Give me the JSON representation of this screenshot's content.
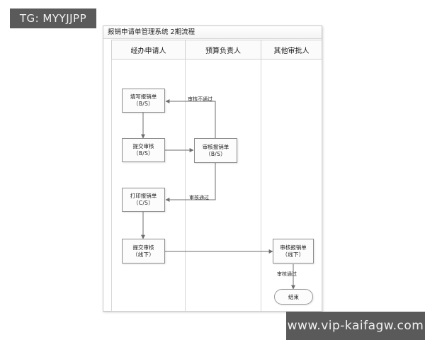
{
  "watermarks": {
    "top_left": "TG: MYYJJPP",
    "bottom_right": "www.vip-kaifagw.com"
  },
  "panel": {
    "title": "报销申请单管理系统  2期流程"
  },
  "lanes": [
    {
      "id": "applicant",
      "label": "经办申请人"
    },
    {
      "id": "budget-owner",
      "label": "预算负责人"
    },
    {
      "id": "other-approver",
      "label": "其他审批人"
    }
  ],
  "nodes": [
    {
      "id": "fill-form",
      "lane": "applicant",
      "shape": "process",
      "line1": "填写报销单",
      "line2": "（B/S）"
    },
    {
      "id": "submit-review-bs",
      "lane": "applicant",
      "shape": "process",
      "line1": "提交审核",
      "line2": "（B/S）"
    },
    {
      "id": "print-form",
      "lane": "applicant",
      "shape": "process",
      "line1": "打印报销单",
      "line2": "（C/S）"
    },
    {
      "id": "submit-review-off",
      "lane": "applicant",
      "shape": "process",
      "line1": "提交审核",
      "line2": "（线下）"
    },
    {
      "id": "review-form-bs",
      "lane": "budget-owner",
      "shape": "process",
      "line1": "审核报销单",
      "line2": "（B/S）"
    },
    {
      "id": "review-form-off",
      "lane": "other-approver",
      "shape": "process",
      "line1": "审核报销单",
      "line2": "（线下）"
    },
    {
      "id": "end",
      "lane": "other-approver",
      "shape": "terminator",
      "line1": "结束",
      "line2": ""
    }
  ],
  "edges": [
    {
      "id": "e-fill-to-submit",
      "from": "fill-form",
      "to": "submit-review-bs",
      "label": ""
    },
    {
      "id": "e-submit-to-review",
      "from": "submit-review-bs",
      "to": "review-form-bs",
      "label": ""
    },
    {
      "id": "e-review-reject",
      "from": "review-form-bs",
      "to": "fill-form",
      "label": "审核不通过"
    },
    {
      "id": "e-review-pass",
      "from": "review-form-bs",
      "to": "print-form",
      "label": "审核通过"
    },
    {
      "id": "e-print-to-submit-off",
      "from": "print-form",
      "to": "submit-review-off",
      "label": ""
    },
    {
      "id": "e-submit-off-to-review",
      "from": "submit-review-off",
      "to": "review-form-off",
      "label": ""
    },
    {
      "id": "e-review-off-to-end",
      "from": "review-form-off",
      "to": "end",
      "label": "审核通过"
    }
  ],
  "colors": {
    "watermark_bg": "#5a5a5a",
    "watermark_text": "#f2f2f2",
    "node_border": "#8d8d8d",
    "node_fill": "#fcfcfc",
    "lane_border": "#d0d0d0",
    "connector": "#6e6e6e"
  }
}
